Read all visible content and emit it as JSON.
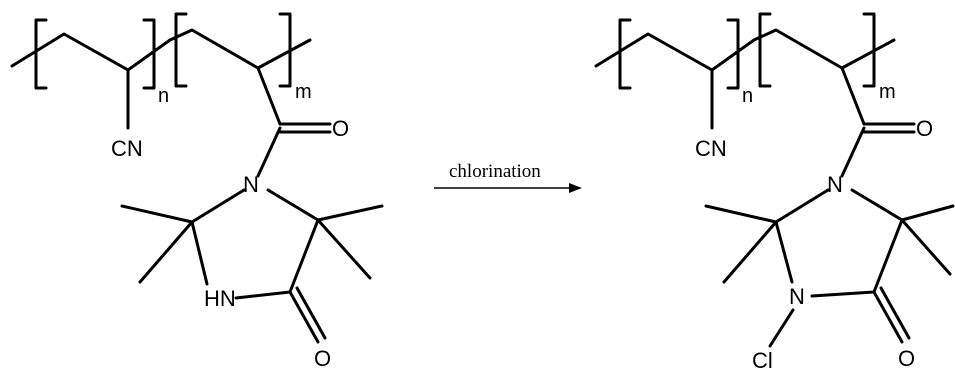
{
  "reactant": {
    "repeat_n": "n",
    "repeat_m": "m",
    "nitrile": "CN",
    "carbonyl_oxygen": "O",
    "ring_nitrogen": "N",
    "amine": "HN",
    "ring_carbonyl_oxygen": "O"
  },
  "reaction": {
    "label": "chlorination"
  },
  "product": {
    "repeat_n": "n",
    "repeat_m": "m",
    "nitrile": "CN",
    "carbonyl_oxygen": "O",
    "ring_nitrogen": "N",
    "chloramine_nitrogen": "N",
    "chlorine": "Cl",
    "ring_carbonyl_oxygen": "O"
  }
}
